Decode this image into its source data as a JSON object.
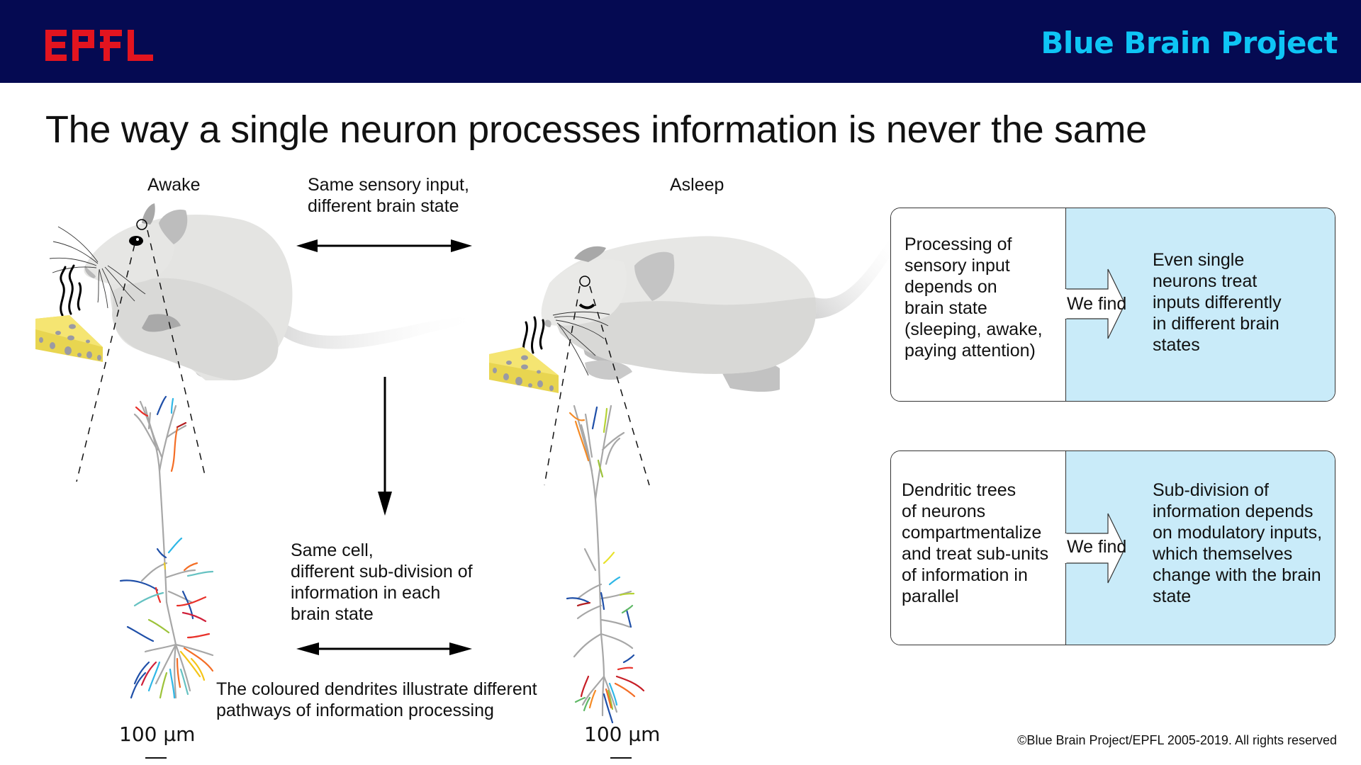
{
  "header": {
    "logo_text": "EPFL",
    "brand": "Blue Brain Project",
    "colors": {
      "background": "#050a52",
      "logo": "#e3141f",
      "brand": "#0ec5f5"
    }
  },
  "title": "The way a single neuron processes information is never the same",
  "states": {
    "awake": "Awake",
    "asleep": "Asleep"
  },
  "annotations": {
    "same_input": [
      "Same sensory input,",
      "different brain state"
    ],
    "same_cell": [
      "Same cell,",
      "different sub-division of",
      "information in each",
      "brain state"
    ],
    "coloured_dendrites": [
      "The coloured dendrites illustrate different",
      "pathways of information processing"
    ]
  },
  "scale_bars": [
    {
      "label": "100 μm"
    },
    {
      "label": "100 μm"
    }
  ],
  "findings": [
    {
      "premise": [
        "Processing of",
        "sensory input",
        "depends on",
        "brain state",
        "(sleeping, awake,",
        "paying attention)"
      ],
      "connector": "We find",
      "finding": [
        "Even single",
        "neurons treat",
        "inputs differently",
        "in different brain",
        "states"
      ]
    },
    {
      "premise": [
        "Dendritic trees",
        "of neurons",
        "compartmentalize",
        "and treat sub-units",
        "of information in",
        "parallel"
      ],
      "connector": "We find",
      "finding": [
        "Sub-division of",
        "information depends",
        "on modulatory inputs,",
        "which themselves",
        "change with the brain",
        "state"
      ]
    }
  ],
  "finding_panel_color": "#c9ebf9",
  "copyright": "©Blue Brain Project/EPFL 2005-2019. All rights reserved"
}
